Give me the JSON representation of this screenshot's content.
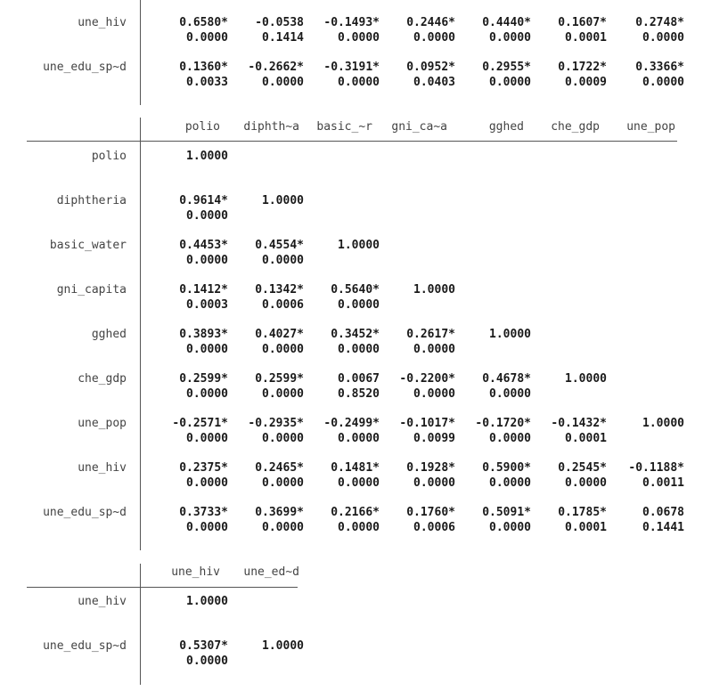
{
  "top_block": {
    "rows": [
      {
        "label": "une_hiv",
        "r": [
          "0.6580*",
          "-0.0538",
          "-0.1493*",
          "0.2446*",
          "0.4440*",
          "0.1607*",
          "0.2748*"
        ],
        "p": [
          "0.0000",
          "0.1414",
          "0.0000",
          "0.0000",
          "0.0000",
          "0.0001",
          "0.0000"
        ]
      },
      {
        "label": "une_edu_sp~d",
        "r": [
          "0.1360*",
          "-0.2662*",
          "-0.3191*",
          "0.0952*",
          "0.2955*",
          "0.1722*",
          "0.3366*"
        ],
        "p": [
          "0.0033",
          "0.0000",
          "0.0000",
          "0.0403",
          "0.0000",
          "0.0009",
          "0.0000"
        ]
      }
    ]
  },
  "block2": {
    "headers": [
      "polio",
      "diphth~a",
      "basic_~r",
      "gni_ca~a",
      "gghed",
      "che_gdp",
      "une_pop"
    ],
    "rows": [
      {
        "label": "polio",
        "r": [
          "1.0000"
        ],
        "p": []
      },
      {
        "label": "diphtheria",
        "r": [
          "0.9614*",
          "1.0000"
        ],
        "p": [
          "0.0000"
        ]
      },
      {
        "label": "basic_water",
        "r": [
          "0.4453*",
          "0.4554*",
          "1.0000"
        ],
        "p": [
          "0.0000",
          "0.0000"
        ]
      },
      {
        "label": "gni_capita",
        "r": [
          "0.1412*",
          "0.1342*",
          "0.5640*",
          "1.0000"
        ],
        "p": [
          "0.0003",
          "0.0006",
          "0.0000"
        ]
      },
      {
        "label": "gghed",
        "r": [
          "0.3893*",
          "0.4027*",
          "0.3452*",
          "0.2617*",
          "1.0000"
        ],
        "p": [
          "0.0000",
          "0.0000",
          "0.0000",
          "0.0000"
        ]
      },
      {
        "label": "che_gdp",
        "r": [
          "0.2599*",
          "0.2599*",
          "0.0067",
          "-0.2200*",
          "0.4678*",
          "1.0000"
        ],
        "p": [
          "0.0000",
          "0.0000",
          "0.8520",
          "0.0000",
          "0.0000"
        ]
      },
      {
        "label": "une_pop",
        "r": [
          "-0.2571*",
          "-0.2935*",
          "-0.2499*",
          "-0.1017*",
          "-0.1720*",
          "-0.1432*",
          "1.0000"
        ],
        "p": [
          "0.0000",
          "0.0000",
          "0.0000",
          "0.0099",
          "0.0000",
          "0.0001"
        ]
      },
      {
        "label": "une_hiv",
        "r": [
          "0.2375*",
          "0.2465*",
          "0.1481*",
          "0.1928*",
          "0.5900*",
          "0.2545*",
          "-0.1188*"
        ],
        "p": [
          "0.0000",
          "0.0000",
          "0.0000",
          "0.0000",
          "0.0000",
          "0.0000",
          "0.0011"
        ]
      },
      {
        "label": "une_edu_sp~d",
        "r": [
          "0.3733*",
          "0.3699*",
          "0.2166*",
          "0.1760*",
          "0.5091*",
          "0.1785*",
          "0.0678"
        ],
        "p": [
          "0.0000",
          "0.0000",
          "0.0000",
          "0.0006",
          "0.0000",
          "0.0001",
          "0.1441"
        ]
      }
    ]
  },
  "block3": {
    "headers": [
      "une_hiv",
      "une_ed~d"
    ],
    "rows": [
      {
        "label": "une_hiv",
        "r": [
          "1.0000"
        ],
        "p": []
      },
      {
        "label": "une_edu_sp~d",
        "r": [
          "0.5307*",
          "1.0000"
        ],
        "p": [
          "0.0000"
        ]
      }
    ]
  }
}
